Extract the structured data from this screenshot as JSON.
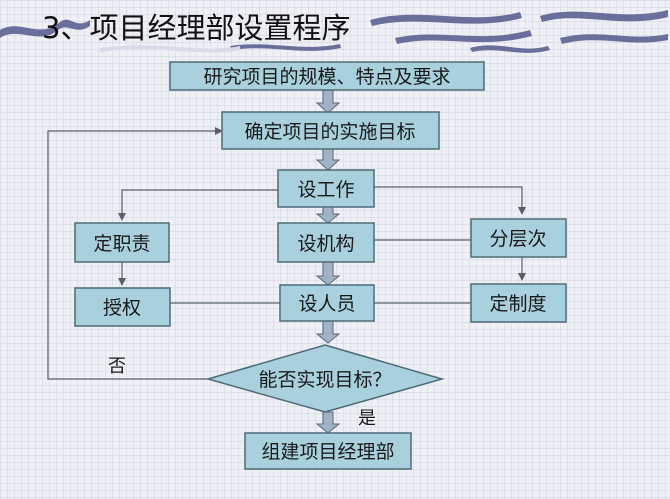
{
  "title": "3、项目经理部设置程序",
  "nodes": {
    "research": "研究项目的规模、特点及要求",
    "goal": "确定项目的实施目标",
    "work": "设工作",
    "duty": "定职责",
    "org": "设机构",
    "layer": "分层次",
    "auth": "授权",
    "staff": "设人员",
    "system": "定制度",
    "decision": "能否实现目标？",
    "build": "组建项目经理部"
  },
  "labels": {
    "no": "否",
    "yes": "是"
  },
  "colors": {
    "box_fill": "#a9d0dd",
    "box_stroke": "#4d6a76",
    "arrow_fill": "#9fb3c5",
    "background": "#eef0f5",
    "decoration": "#6a6e9a"
  }
}
